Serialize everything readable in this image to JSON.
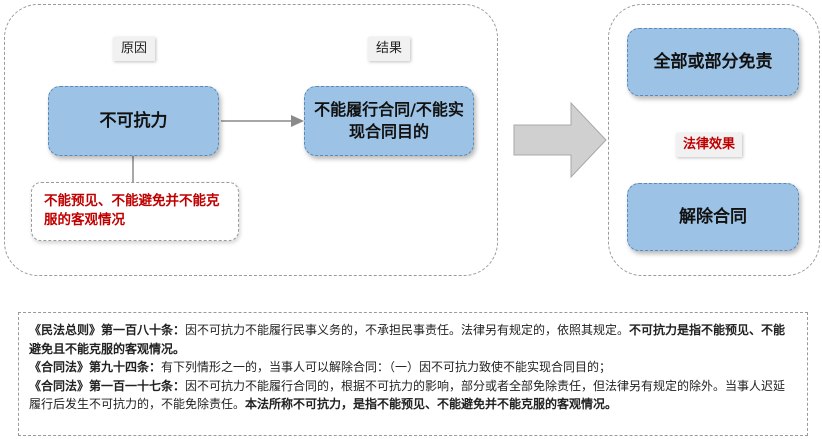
{
  "left": {
    "cause_label": "原因",
    "result_label": "结果",
    "cause_node": "不可抗力",
    "result_node": "不能履行合同/不能实现合同目的",
    "definition_note": "不能预见、不能避免并不能克服的客观情况"
  },
  "right": {
    "effect_top": "全部或部分免责",
    "effect_label": "法律效果",
    "effect_bottom": "解除合同"
  },
  "law_text": {
    "p1_title": "《民法总则》第一百八十条：",
    "p1_body": "因不可抗力不能履行民事义务的，不承担民事责任。法律另有规定的，依照其规定。",
    "p1_bold": "不可抗力是指不能预见、不能避免且不能克服的客观情况。",
    "p2_title": "《合同法》第九十四条：",
    "p2_body": "有下列情形之一的，当事人可以解除合同：（一）因不可抗力致使不能实现合同目的；",
    "p3_title": "《合同法》第一百一十七条：",
    "p3_body": "因不可抗力不能履行合同的，根据不可抗力的影响，部分或者全部免除责任，但法律另有规定的除外。当事人迟延履行后发生不可抗力的，不能免除责任。",
    "p3_bold": "本法所称不可抗力，是指不能预见、不能避免并不能克服的客观情况。"
  },
  "colors": {
    "node_fill": "#9cc3e5",
    "highlight_red": "#c00000",
    "arrow_gray": "#d0d0d0"
  }
}
